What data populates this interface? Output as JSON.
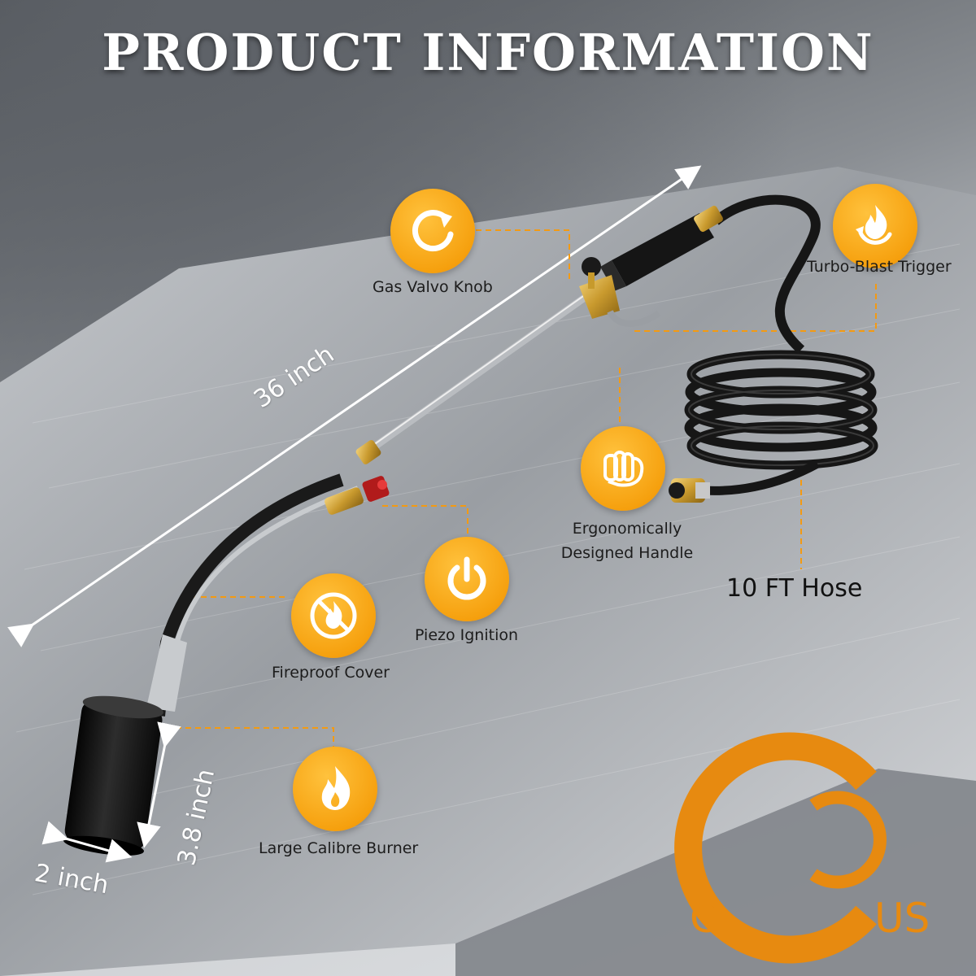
{
  "title": "PRODUCT INFORMATION",
  "colors": {
    "accent": "#f6a10f",
    "leader": "#f39a12",
    "text": "#1c1c1c",
    "white": "#ffffff"
  },
  "features": [
    {
      "id": "gas-valve-knob",
      "label": "Gas Valvo Knob",
      "icon": "refresh-icon"
    },
    {
      "id": "turbo-blast-trigger",
      "label": "Turbo-Blast Trigger",
      "icon": "cycle-flame-icon"
    },
    {
      "id": "ergonomic-handle",
      "label_line1": "Ergonomically",
      "label_line2": "Designed Handle",
      "icon": "fist-icon"
    },
    {
      "id": "piezo-ignition",
      "label": "Piezo  Ignition",
      "icon": "power-icon"
    },
    {
      "id": "fireproof-cover",
      "label": "Fireproof Cover",
      "icon": "no-fire-icon"
    },
    {
      "id": "large-burner",
      "label": "Large Calibre Burner",
      "icon": "flame-icon"
    }
  ],
  "dimensions": {
    "length": "36 inch",
    "burner_height": "3.8 inch",
    "burner_width": "2 inch",
    "hose": "10 FT Hose"
  },
  "certification": {
    "left": "C",
    "right": "US",
    "mark": "®"
  }
}
